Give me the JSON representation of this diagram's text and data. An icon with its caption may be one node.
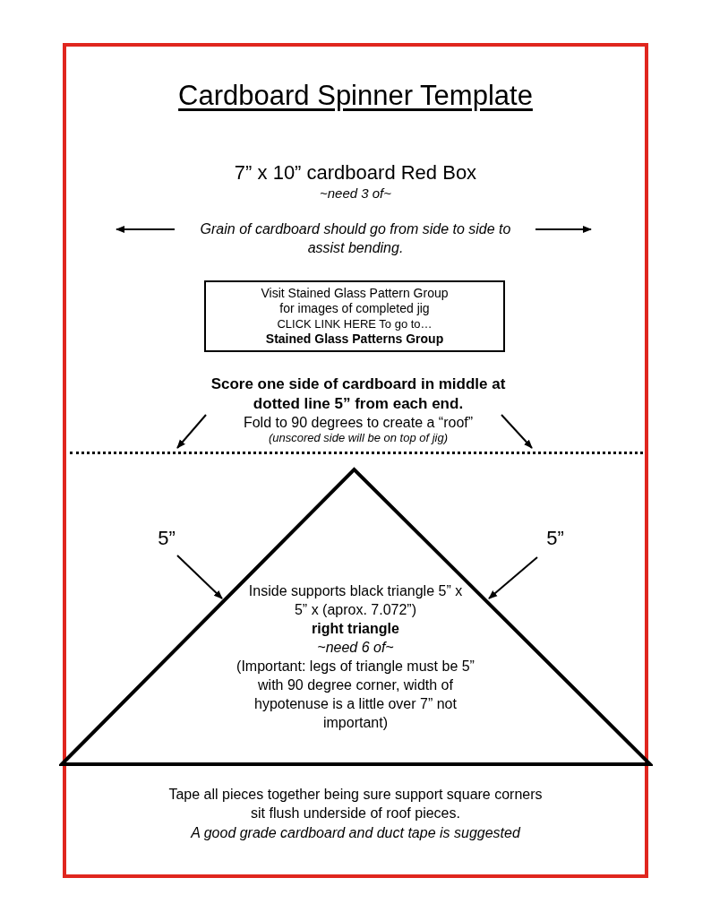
{
  "diagram": {
    "title": "Cardboard Spinner Template",
    "nodes": [
      {
        "text": [],
        "shape": "box"
      },
      {
        "text": [
          "Visit Stained Glass Pattern Group",
          "for images of completed jig",
          "CLICK LINK HERE To go to…",
          "Stained Glass Patterns Group"
        ],
        "in": 0
      },
      {
        "text": [
          "Score one side of cardboard in middle at dotted line 5” from each end.",
          "Fold to 90 degrees to create a “roof”",
          "(unscored side will be on top of jig)"
        ],
        "in": 0
      },
      {
        "text": [],
        "shape": "line",
        "in": 0
      },
      {
        "text": [
          "Inside supports black triangle 5” x 5” x (aprox. 7.072”)",
          "right triangle",
          "~need 6 of~",
          "(Important: legs of triangle must be 5” with 90 degree corner, width of hypotenuse is a little over 7” not important)"
        ],
        "in": 0
      },
      {
        "text": [
          "5”"
        ],
        "in": 0
      },
      {
        "text": [
          "5”"
        ],
        "in": 0
      }
    ],
    "edges": [
      {
        "from": 2,
        "to": 3,
        "arrow": "to"
      },
      {
        "from": 2,
        "to": 3,
        "arrow": "to"
      },
      {
        "from": 5,
        "to": 4,
        "arrow": "to"
      },
      {
        "from": 6,
        "to": 4,
        "arrow": "to"
      }
    ],
    "labels": [
      "7” x 10” cardboard Red Box",
      "~need 3 of~",
      "Grain of cardboard should go from side to side to assist bending.",
      "Tape all pieces together being sure support square corners sit flush underside of roof pieces.",
      "A good grade cardboard and duct tape is suggested"
    ]
  }
}
